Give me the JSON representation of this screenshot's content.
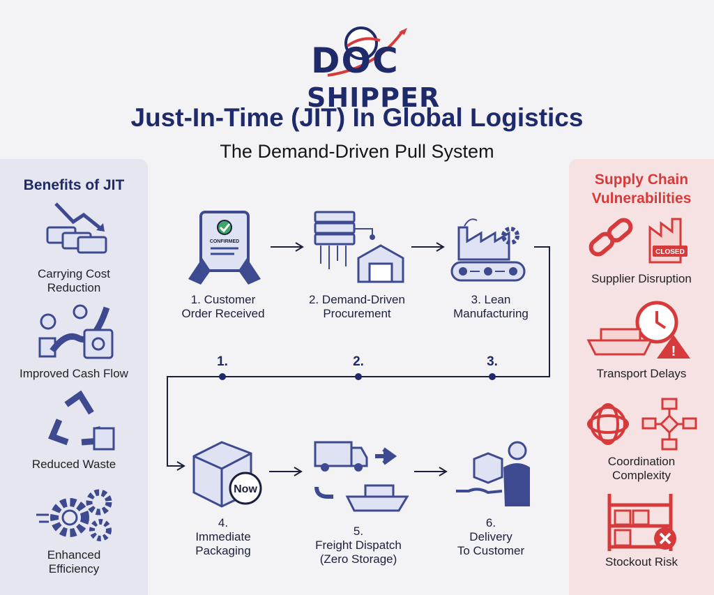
{
  "logo": {
    "line1": "DOC",
    "line2": "SHIPPER"
  },
  "title": "Just-In-Time (JIT) In Global Logistics",
  "subtitle": "The Demand-Driven Pull System",
  "benefits": {
    "heading": "Benefits of JIT",
    "items": [
      {
        "label": "Carrying Cost\nReduction",
        "icon": "money-down-icon"
      },
      {
        "label": "Improved Cash Flow",
        "icon": "cash-flow-icon"
      },
      {
        "label": "Reduced Waste",
        "icon": "recycle-icon"
      },
      {
        "label": "Enhanced\nEfficiency",
        "icon": "gears-icon"
      }
    ]
  },
  "vulnerabilities": {
    "heading": "Supply Chain\nVulnerabilities",
    "items": [
      {
        "label": "Supplier Disruption",
        "icon": "broken-chain-icon",
        "badge": "CLOSED"
      },
      {
        "label": "Transport Delays",
        "icon": "ship-clock-icon"
      },
      {
        "label": "Coordination\nComplexity",
        "icon": "tangle-flowchart-icon"
      },
      {
        "label": "Stockout Risk",
        "icon": "empty-shelf-icon"
      }
    ]
  },
  "steps": [
    {
      "label": "1. Customer\nOrder Received",
      "icon": "tablet-order-icon",
      "badge": "CONFIRMED"
    },
    {
      "label": "2. Demand-Driven\nProcurement",
      "icon": "server-warehouse-icon"
    },
    {
      "label": "3. Lean\nManufacturing",
      "icon": "factory-conveyor-icon"
    },
    {
      "label": "4.\nImmediate\nPackaging",
      "icon": "box-now-icon",
      "badge": "Now"
    },
    {
      "label": "5.\nFreight Dispatch\n(Zero Storage)",
      "icon": "truck-ship-icon"
    },
    {
      "label": "6.\nDelivery\nTo Customer",
      "icon": "delivery-person-icon"
    }
  ],
  "timeline": [
    "1.",
    "2.",
    "3."
  ],
  "colors": {
    "navy": "#1f2a6b",
    "icon": "#3e4a8f",
    "red": "#d63a3a",
    "leftPanel": "#e5e6f0",
    "rightPanel": "#f6e2e2"
  }
}
